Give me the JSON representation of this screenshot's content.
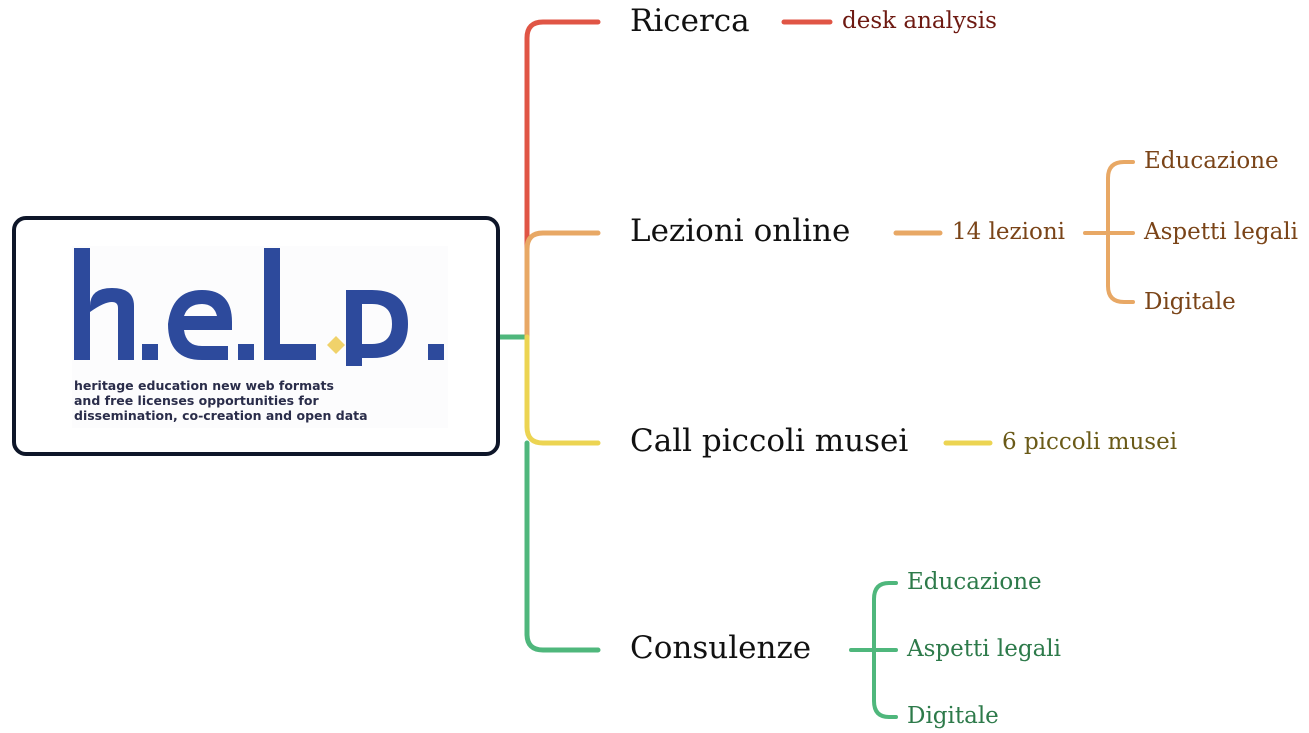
{
  "logo": {
    "wordmark": "h.e.l.p.",
    "tagline": [
      "heritage education new web formats",
      "and free licenses opportunities for",
      "dissemination, co-creation and open data"
    ],
    "brand_color": "#2d4a9c",
    "accent_color": "#f0d26a"
  },
  "colors": {
    "root_border": "#0e1629",
    "ricerca": "#e05545",
    "lezioni": "#e8a865",
    "call": "#ecd452",
    "consulenze": "#4fb77c",
    "text_ricerca": "#6e1a12",
    "text_lezioni": "#7a4418",
    "text_call": "#6a5a18",
    "text_consulenze": "#2d7a4a"
  },
  "branches": {
    "ricerca": {
      "label": "Ricerca",
      "child": "desk analysis"
    },
    "lezioni": {
      "label": "Lezioni online",
      "child": "14 lezioni",
      "subchildren": [
        "Educazione",
        "Aspetti legali",
        "Digitale"
      ]
    },
    "call": {
      "label": "Call piccoli musei",
      "child": "6 piccoli musei"
    },
    "consulenze": {
      "label": "Consulenze",
      "children": [
        "Educazione",
        "Aspetti legali",
        "Digitale"
      ]
    }
  }
}
